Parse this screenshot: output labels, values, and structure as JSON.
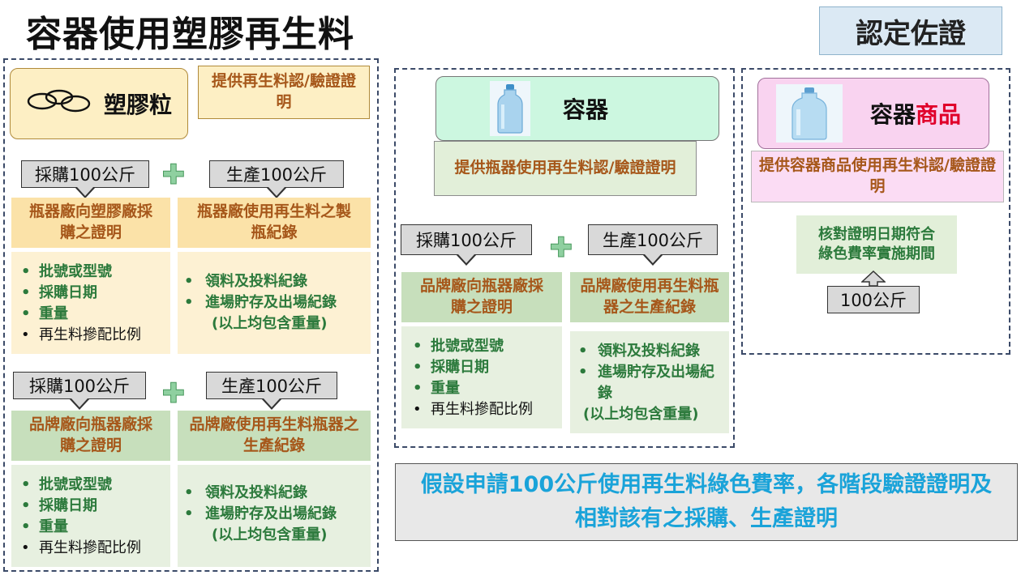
{
  "title": "容器使用塑膠再生料",
  "badge": "認定佐證",
  "col1": {
    "header": "塑膠粒",
    "header_note": "提供再生料認/驗證證明",
    "top": {
      "buy_tag": "採購100公斤",
      "prod_tag": "生產100公斤",
      "buy_box": "瓶器廠向塑膠廠採購之證明",
      "prod_box": "瓶器廠使用再生料之製瓶紀錄",
      "buy_items": [
        {
          "text": "批號或型號"
        },
        {
          "text": "採購日期"
        },
        {
          "text": "重量"
        },
        {
          "text": "再生料摻配比例"
        }
      ],
      "prod_items": [
        "領料及投料紀錄",
        "進場貯存及出場紀錄"
      ],
      "prod_note": "(以上均包含重量)"
    },
    "bottom": {
      "buy_tag": "採購100公斤",
      "prod_tag": "生產100公斤",
      "buy_box": "品牌廠向瓶器廠採購之證明",
      "prod_box": "品牌廠使用再生料瓶器之生產紀錄",
      "buy_items": [
        {
          "text": "批號或型號"
        },
        {
          "text": "採購日期"
        },
        {
          "text": "重量"
        },
        {
          "text": "再生料摻配比例"
        }
      ],
      "prod_items": [
        "領料及投料紀錄",
        "進場貯存及出場紀錄"
      ],
      "prod_note": "(以上均包含重量)"
    }
  },
  "col2": {
    "header": "容器",
    "header_note": "提供瓶器使用再生料認/驗證證明",
    "buy_tag": "採購100公斤",
    "prod_tag": "生產100公斤",
    "buy_box": "品牌廠向瓶器廠採購之證明",
    "prod_box": "品牌廠使用再生料瓶器之生產紀錄",
    "buy_items": [
      {
        "text": "批號或型號"
      },
      {
        "text": "採購日期"
      },
      {
        "text": "重量"
      },
      {
        "text": "再生料摻配比例"
      }
    ],
    "prod_items": [
      "領料及投料紀錄",
      "進場貯存及出場紀錄"
    ],
    "prod_note": "(以上均包含重量)"
  },
  "col3": {
    "header_a": "容器",
    "header_b": "商品",
    "header_note": "提供容器商品使用再生料認/驗證證明",
    "check_box": "核對證明日期符合綠色費率實施期間",
    "weight_tag": "100公斤"
  },
  "summary": "假設申請100公斤使用再生料綠色費率，各階段驗證證明及相對該有之採購、生產證明",
  "colors": {
    "summary_text": "#1aa3d9",
    "accent_red": "#e0002a",
    "green_text": "#2c7a3c",
    "orange_text": "#a6571a"
  }
}
